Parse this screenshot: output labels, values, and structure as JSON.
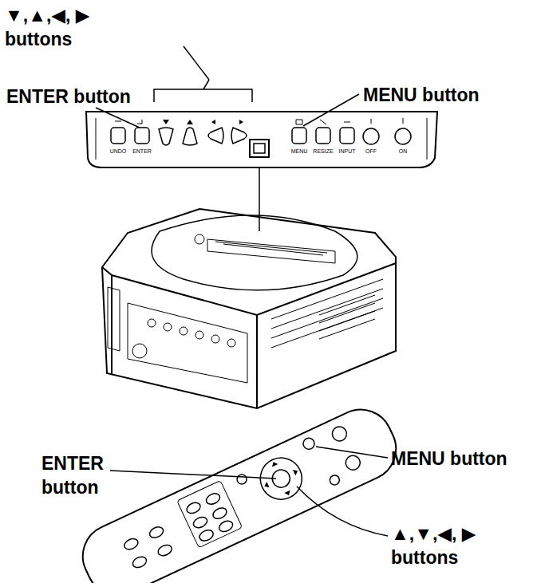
{
  "diagram": {
    "labels": [
      "▼,▲,◀, ▶ buttons",
      "ENTER button",
      "MENU button",
      "UNDO",
      "ENTER",
      "MENU",
      "RESIZE",
      "INPUT",
      "OFF",
      "ON",
      "ENTER button",
      "MENU button",
      "▲,▼,◀, ▶ buttons"
    ]
  }
}
